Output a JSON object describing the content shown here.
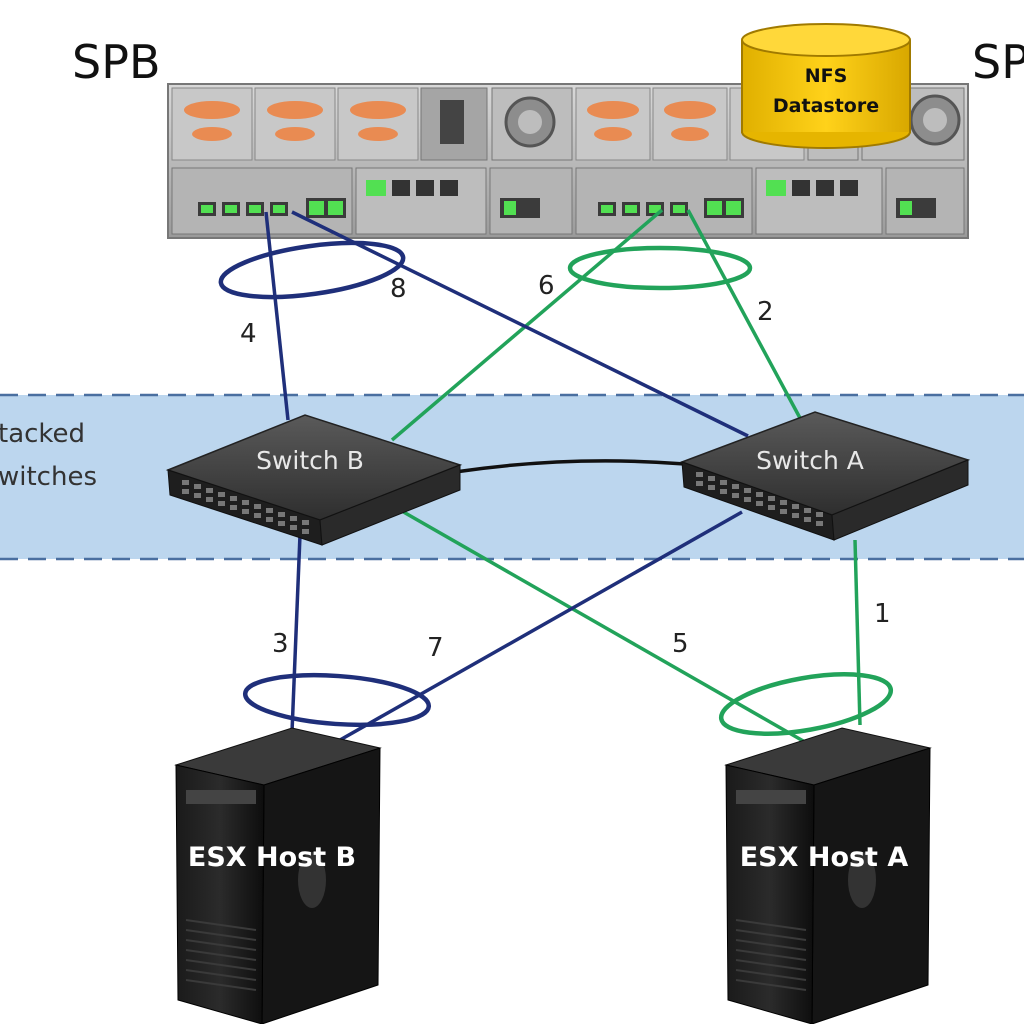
{
  "storage": {
    "spb_label": "SPB",
    "spa_label": "SP"
  },
  "nfs": {
    "line1": "NFS",
    "line2": "Datastore"
  },
  "stack_zone": {
    "line1": "tacked",
    "line2": "witches"
  },
  "switches": {
    "b": "Switch B",
    "a": "Switch A"
  },
  "hosts": {
    "b": "ESX Host B",
    "a": "ESX Host A"
  },
  "links": {
    "l1": "1",
    "l2": "2",
    "l3": "3",
    "l4": "4",
    "l5": "5",
    "l6": "6",
    "l7": "7",
    "l8": "8"
  },
  "colors": {
    "green_path": "#22a35a",
    "blue_path": "#1f2f7a",
    "stack_band": "#bcd6ee",
    "nfs_yellow": "#f5c400"
  }
}
